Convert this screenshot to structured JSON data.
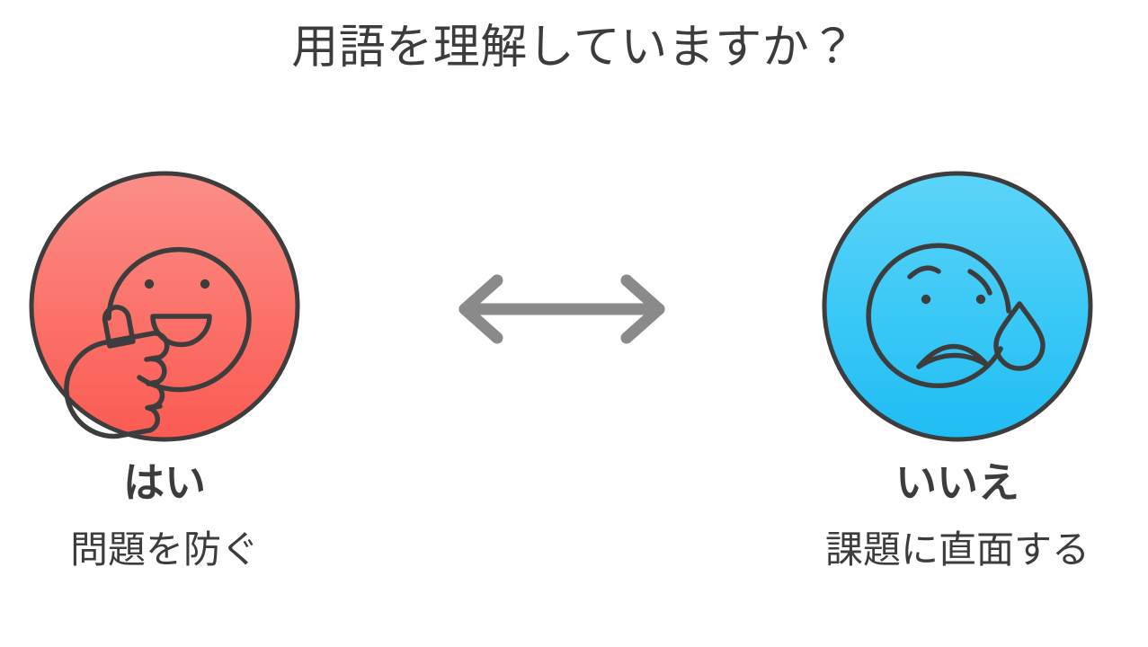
{
  "slide": {
    "background_color": "#ffffff",
    "title": "用語を理解していますか？",
    "title_color": "#3c3c3c"
  },
  "options": [
    {
      "id": "yes",
      "icon": "smiling-face-thumbs-up-icon",
      "answer_label": "はい",
      "description": "問題を防ぐ",
      "circle_color_top": "#fa8a83",
      "circle_color_bottom": "#fb6058",
      "outline_color": "#3d3d3d"
    },
    {
      "id": "no",
      "icon": "crying-face-sweat-drop-icon",
      "answer_label": "いいえ",
      "description": "課題に直面する",
      "circle_color_top": "#5bd2f7",
      "circle_color_bottom": "#25c2f5",
      "outline_color": "#3d3d3d"
    }
  ],
  "connector": {
    "icon": "double-headed-arrow-icon",
    "color": "#8a8a8a",
    "direction": "horizontal-both"
  }
}
